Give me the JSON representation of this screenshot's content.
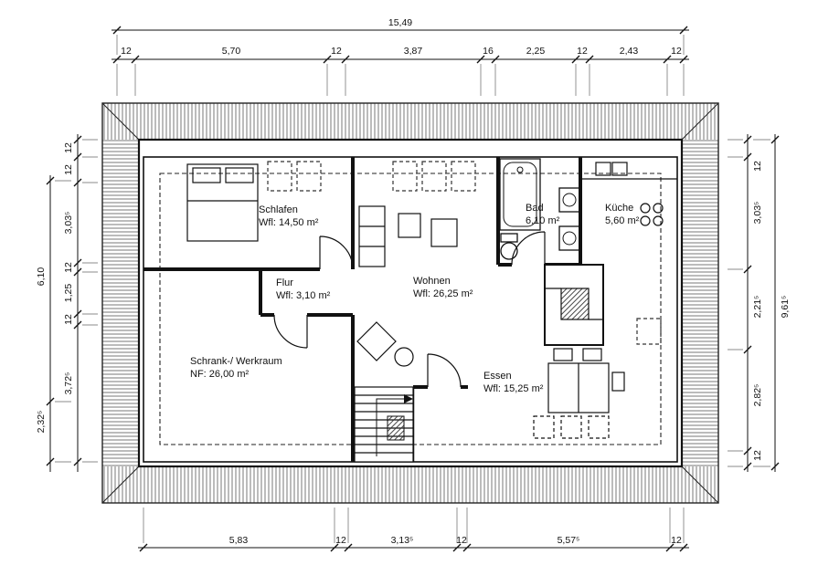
{
  "rooms": {
    "schlafen": {
      "name": "Schlafen",
      "area": "Wfl: 14,50 m²"
    },
    "bad": {
      "name": "Bad",
      "area": "6,10 m²"
    },
    "kueche": {
      "name": "Küche",
      "area": "5,60 m²"
    },
    "flur": {
      "name": "Flur",
      "area": "Wfl: 3,10 m²"
    },
    "wohnen": {
      "name": "Wohnen",
      "area": "Wfl: 26,25 m²"
    },
    "essen": {
      "name": "Essen",
      "area": "Wfl: 15,25 m²"
    },
    "werkraum": {
      "name": "Schrank-/ Werkraum",
      "area": "NF: 26,00 m²"
    }
  },
  "dimensions": {
    "top_total": "15,49",
    "top_chain": [
      "12",
      "5,70",
      "12",
      "3,87",
      "16",
      "2,25",
      "12",
      "2,43",
      "12"
    ],
    "bottom_chain": [
      "5,83",
      "12",
      "3,13⁵",
      "12",
      "5,57⁵",
      "12"
    ],
    "left_outer": [
      "6,10",
      "2,32⁵"
    ],
    "left_chain": [
      "12",
      "12",
      "3,03⁵",
      "12",
      "1,25",
      "12",
      "3,72⁵"
    ],
    "right_chain": [
      "12",
      "3,03⁵",
      "2,21⁵",
      "2,82⁵",
      "12"
    ],
    "right_total": "9,61⁵"
  }
}
